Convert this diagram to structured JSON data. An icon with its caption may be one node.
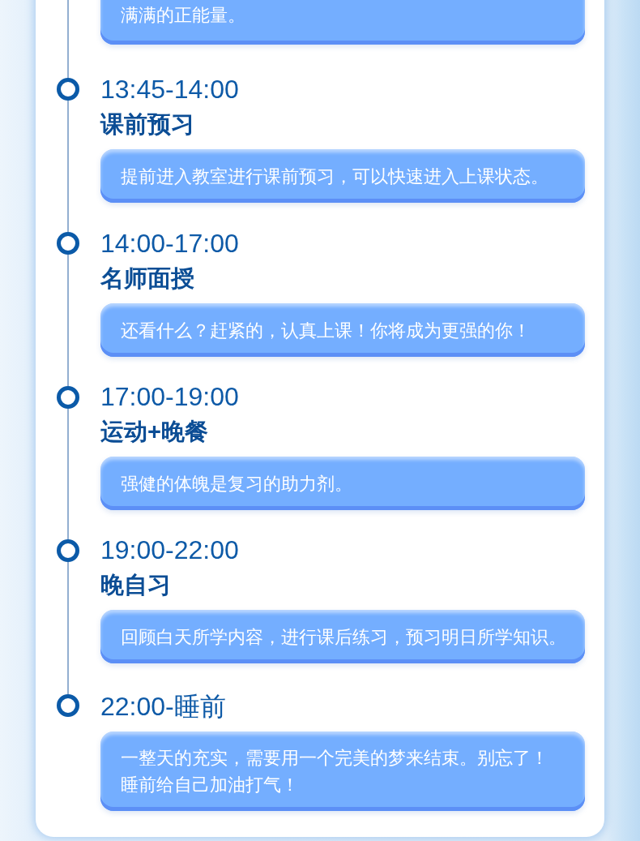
{
  "diagram": {
    "nodes": [
      {
        "text": [
          "满满的正能量。"
        ]
      },
      {
        "text": [],
        "shape": "circle"
      },
      {
        "text": [
          "提前进入教室进行课前预习，可以快速进入上课状态。"
        ],
        "beside": [
          "13:45-14:00",
          "课前预习"
        ]
      },
      {
        "text": [],
        "shape": "circle"
      },
      {
        "text": [
          "还看什么？赶紧的，认真上课！你将成为更强的你！"
        ],
        "beside": [
          "14:00-17:00",
          "名师面授"
        ]
      },
      {
        "text": [],
        "shape": "circle"
      },
      {
        "text": [
          "强健的体魄是复习的助力剂。"
        ],
        "beside": [
          "17:00-19:00",
          "运动+晚餐"
        ]
      },
      {
        "text": [],
        "shape": "circle"
      },
      {
        "text": [
          "回顾白天所学内容，进行课后练习，预习明日所学知识。"
        ],
        "beside": [
          "19:00-22:00",
          "晚自习"
        ]
      },
      {
        "text": [],
        "shape": "circle"
      },
      {
        "text": [
          "一整天的充实，需要用一个完美的梦来结束。别忘了！睡前给自己加油打气！"
        ],
        "beside": [
          "22:00-睡前"
        ]
      }
    ],
    "edges": [
      {
        "from": null,
        "to": 1,
        "arrow": "none"
      },
      {
        "from": 1,
        "to": 3,
        "arrow": "none"
      },
      {
        "from": 3,
        "to": 5,
        "arrow": "none"
      },
      {
        "from": 5,
        "to": 7,
        "arrow": "none"
      },
      {
        "from": 7,
        "to": 9,
        "arrow": "none"
      }
    ]
  }
}
